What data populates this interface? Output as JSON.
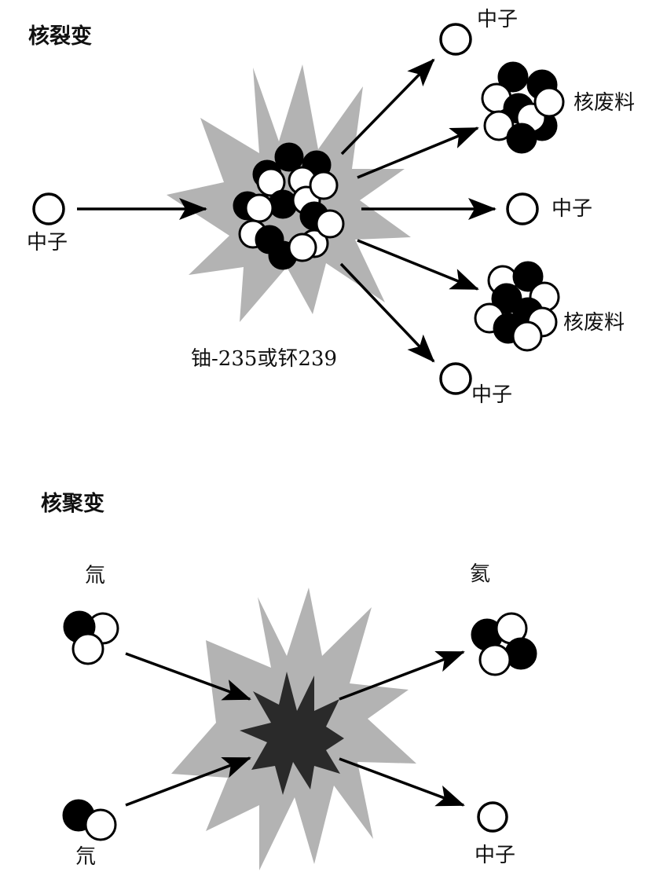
{
  "fission": {
    "title": "核裂变",
    "incoming_neutron_label": "中子",
    "target_nucleus_label": "铀-235或钚239",
    "products": [
      {
        "type": "neutron",
        "label": "中子"
      },
      {
        "type": "fission_fragment",
        "label": "核废料"
      },
      {
        "type": "neutron",
        "label": "中子"
      },
      {
        "type": "fission_fragment",
        "label": "核废料"
      },
      {
        "type": "neutron",
        "label": "中子"
      }
    ]
  },
  "fusion": {
    "title": "核聚变",
    "reactants": [
      {
        "label": "氚",
        "protons": 1,
        "neutrons": 2
      },
      {
        "label": "氘",
        "protons": 1,
        "neutrons": 1
      }
    ],
    "products": [
      {
        "label": "氦",
        "protons": 2,
        "neutrons": 2
      },
      {
        "label": "中子"
      }
    ]
  },
  "colors": {
    "burst_gray": "#b3b3b3",
    "core_dark": "#2a2a2a",
    "particle_black": "#000000",
    "particle_white": "#ffffff"
  }
}
